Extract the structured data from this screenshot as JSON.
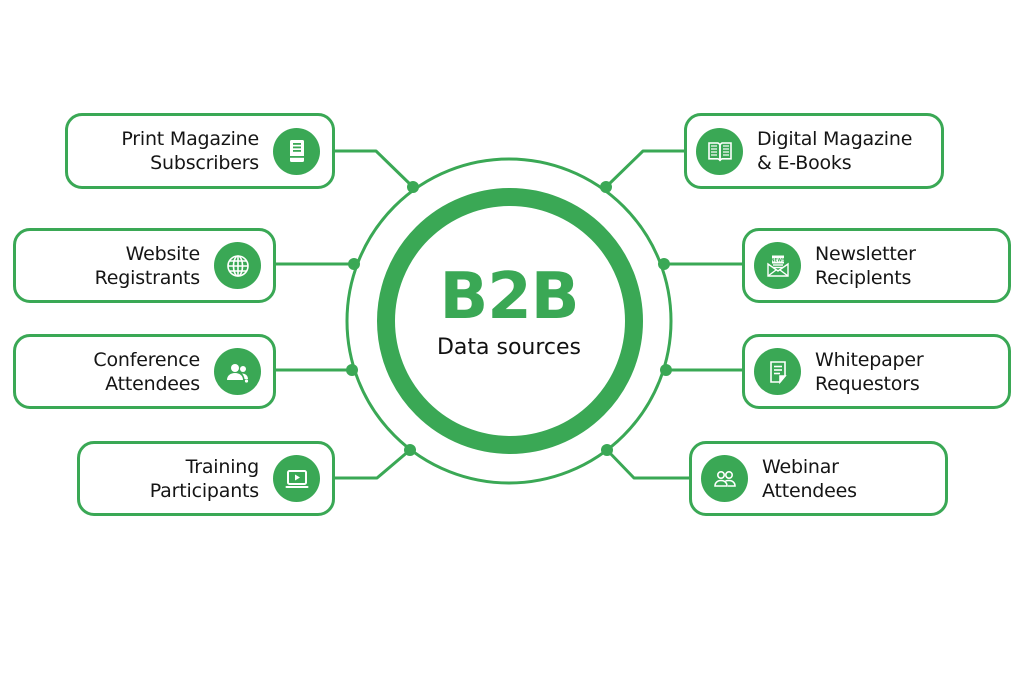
{
  "colors": {
    "accent": "#3aa855",
    "text": "#151515",
    "background": "#ffffff"
  },
  "center": {
    "title": "B2B",
    "subtitle": "Data sources"
  },
  "sources_left": [
    {
      "lines": [
        "Print Magazine",
        "Subscribers"
      ],
      "icon": "document-icon"
    },
    {
      "lines": [
        "Website",
        "Registrants"
      ],
      "icon": "globe-icon"
    },
    {
      "lines": [
        "Conference",
        "Attendees"
      ],
      "icon": "group-icon"
    },
    {
      "lines": [
        "Training",
        "Participants"
      ],
      "icon": "video-laptop-icon"
    }
  ],
  "sources_right": [
    {
      "lines": [
        "Digital Magazine",
        "& E-Books"
      ],
      "icon": "open-book-icon"
    },
    {
      "lines": [
        "Newsletter",
        "Reciplents"
      ],
      "icon": "news-envelope-icon"
    },
    {
      "lines": [
        "Whitepaper",
        "Requestors"
      ],
      "icon": "whitepaper-icon"
    },
    {
      "lines": [
        "Webinar",
        "Attendees"
      ],
      "icon": "people-outline-icon"
    }
  ]
}
